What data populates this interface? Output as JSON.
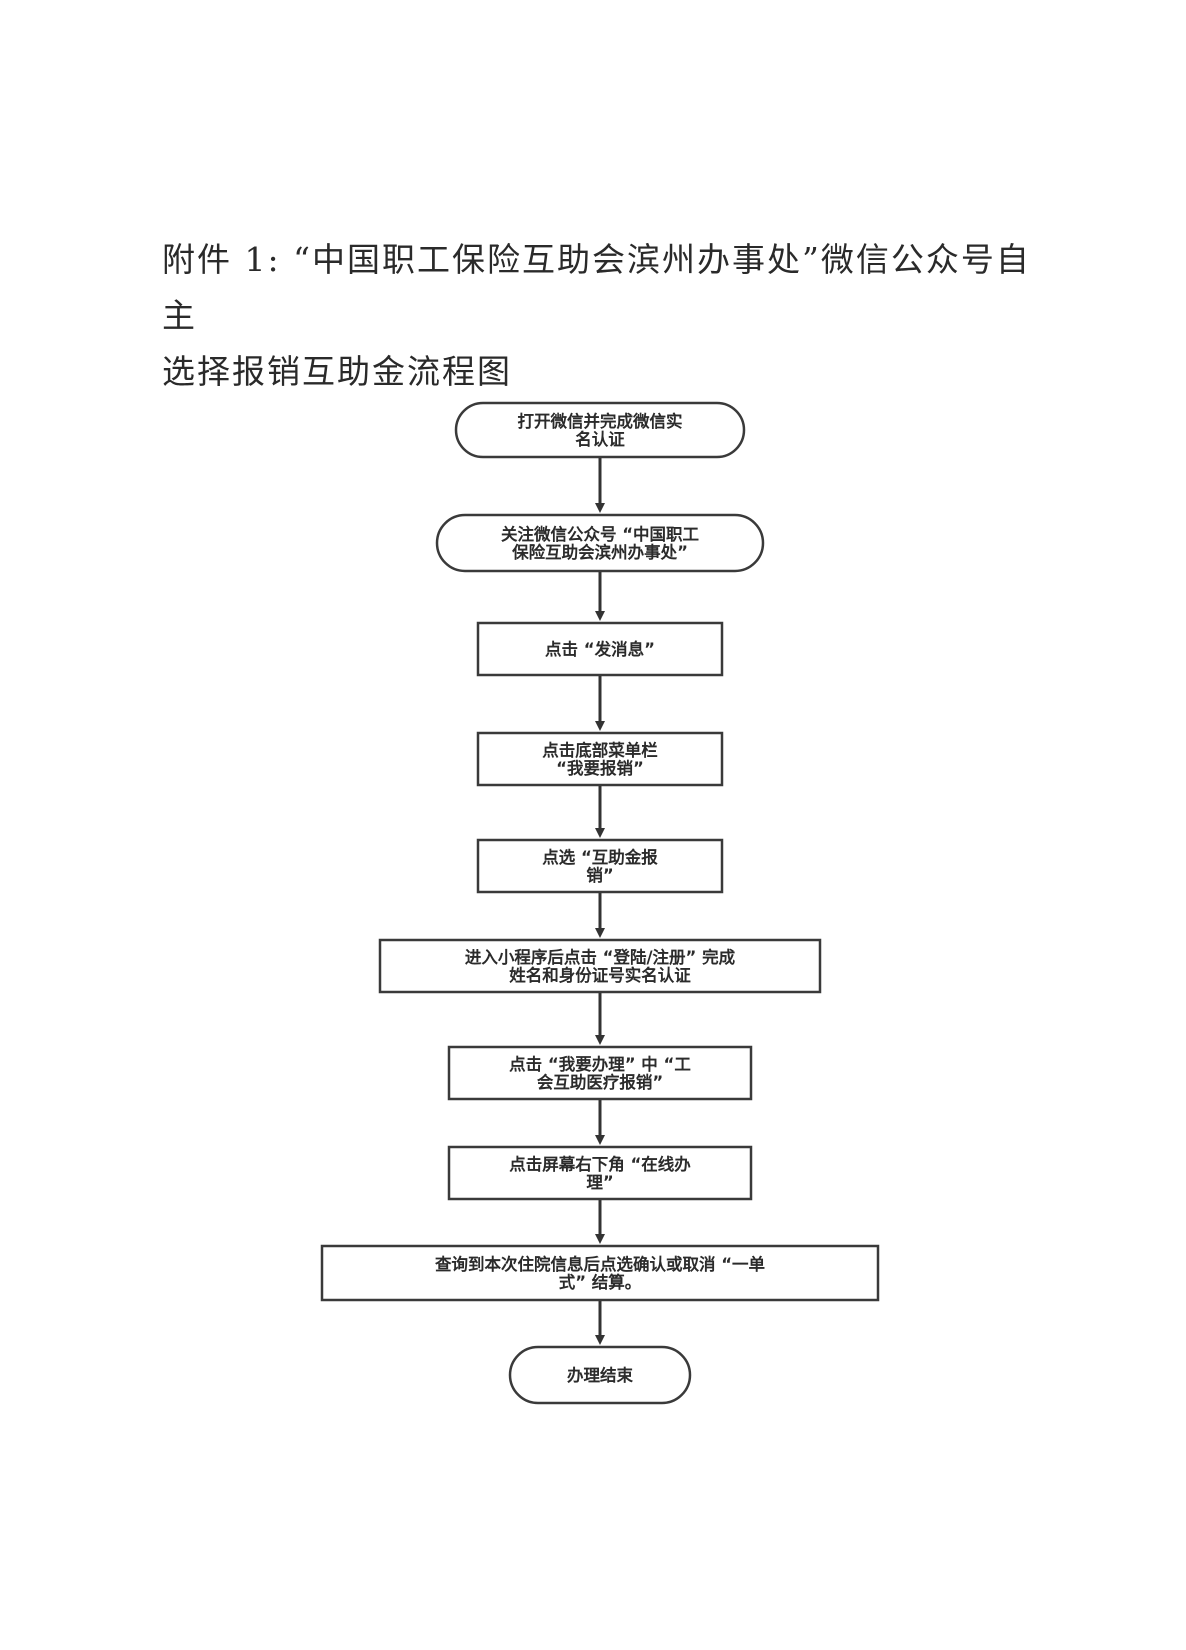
{
  "document": {
    "title_line1": "附件 1: “中国职工保险互助会滨州办事处”微信公众号自主",
    "title_line2": "选择报销互助金流程图"
  },
  "flowchart": {
    "steps": [
      {
        "shape": "rounded",
        "lines": [
          "打开微信并完成微信实",
          "名认证"
        ]
      },
      {
        "shape": "rounded",
        "lines": [
          "关注微信公众号 “中国职工",
          "保险互助会滨州办事处”"
        ]
      },
      {
        "shape": "rect",
        "lines": [
          "点击 “发消息”"
        ]
      },
      {
        "shape": "rect",
        "lines": [
          "点击底部菜单栏",
          "“我要报销”"
        ]
      },
      {
        "shape": "rect",
        "lines": [
          "点选 “互助金报",
          "销”"
        ]
      },
      {
        "shape": "rect",
        "lines": [
          "进入小程序后点击 “登陆/注册” 完成",
          "姓名和身份证号实名认证"
        ]
      },
      {
        "shape": "rect",
        "lines": [
          "点击 “我要办理” 中 “工",
          "会互助医疗报销”"
        ]
      },
      {
        "shape": "rect",
        "lines": [
          "点击屏幕右下角 “在线办",
          "理”"
        ]
      },
      {
        "shape": "rect",
        "lines": [
          "查询到本次住院信息后点选确认或取消 “一单",
          "式” 结算。"
        ]
      },
      {
        "shape": "rounded",
        "lines": [
          "办理结束"
        ]
      }
    ]
  }
}
